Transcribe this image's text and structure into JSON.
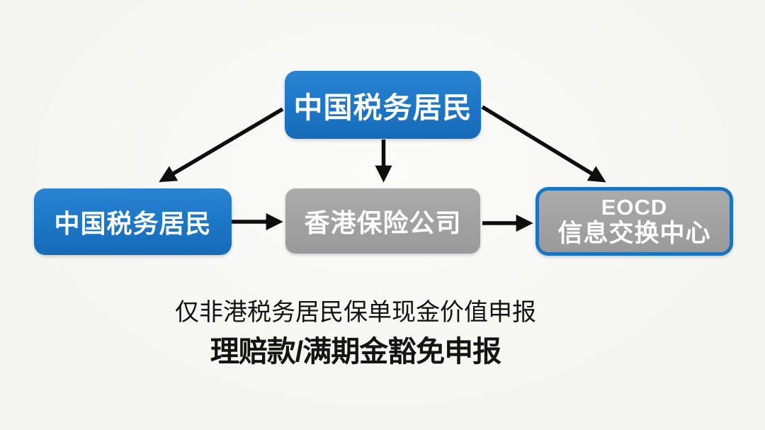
{
  "colors": {
    "box_blue": "#1e78c8",
    "box_gray": "#a2a2a2",
    "right_border_blue": "#1a74c4",
    "arrow_black": "#0e0e0e",
    "bg": "#f5f6f2",
    "text_white": "#ffffff",
    "text_black": "#141414"
  },
  "nodes": {
    "top": {
      "label": "中国税务居民"
    },
    "left": {
      "label": "中国税务居民"
    },
    "middle": {
      "label": "香港保险公司"
    },
    "right": {
      "line1": "EOCD",
      "line2": "信息交换中心"
    }
  },
  "caption": {
    "line1": "仅非港税务居民保单现金价值申报",
    "line2": "理赔款/满期金豁免申报"
  }
}
